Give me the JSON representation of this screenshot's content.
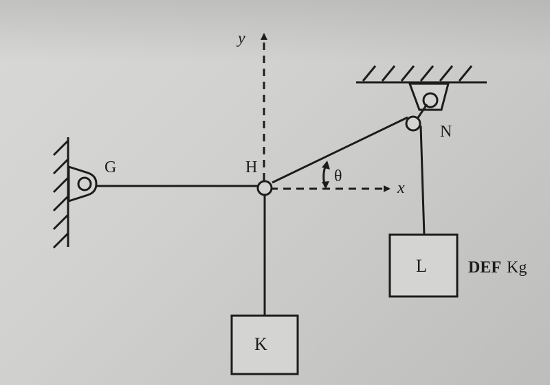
{
  "labels": {
    "G": "G",
    "H": "H",
    "N": "N",
    "K": "K",
    "L": "L",
    "theta": "θ",
    "x_axis": "x",
    "y_axis": "y",
    "mass_value": "DEF",
    "mass_unit": "Kg"
  },
  "colors": {
    "ink": "#1c1c1c",
    "paper": "#d2d2d0"
  },
  "icons": {
    "wall_support": "hatched-wall",
    "ceiling_support": "hatched-ceiling",
    "pin": "pin-circle"
  }
}
